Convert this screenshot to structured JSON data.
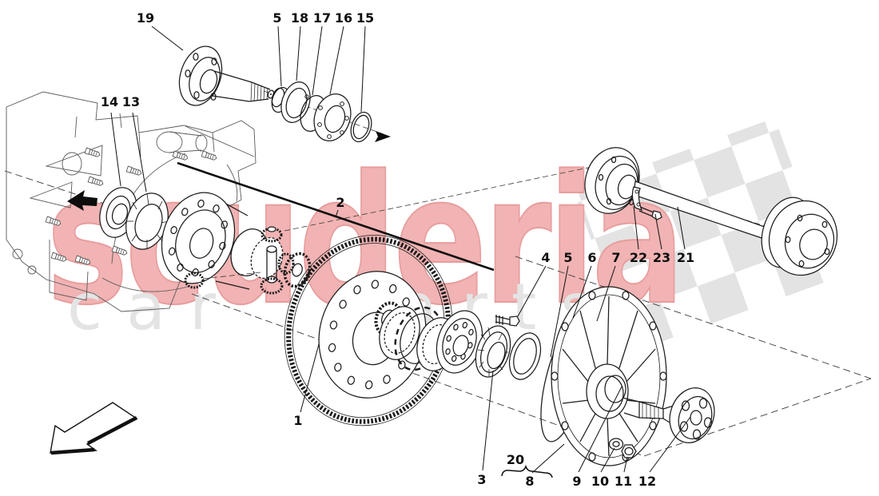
{
  "watermark": {
    "brand": "scuderia",
    "subtitle": "car parts",
    "brand_color": "#f1b3b3",
    "brand_edge": "#e89c9c",
    "subtitle_color": "#e4e4e4",
    "checker_color": "#e3e3e3"
  },
  "colors": {
    "line": "#1c1c1c",
    "background": "#ffffff"
  },
  "callouts": [
    {
      "text": "19"
    },
    {
      "text": "5"
    },
    {
      "text": "18"
    },
    {
      "text": "17"
    },
    {
      "text": "16"
    },
    {
      "text": "15"
    },
    {
      "text": "14"
    },
    {
      "text": "13"
    },
    {
      "text": "2"
    },
    {
      "text": "4"
    },
    {
      "text": "5"
    },
    {
      "text": "6"
    },
    {
      "text": "7"
    },
    {
      "text": "22"
    },
    {
      "text": "23"
    },
    {
      "text": "21"
    },
    {
      "text": "1"
    },
    {
      "text": "3"
    },
    {
      "text": "20"
    },
    {
      "text": "8"
    },
    {
      "text": "9"
    },
    {
      "text": "10"
    },
    {
      "text": "11"
    },
    {
      "text": "12"
    }
  ]
}
